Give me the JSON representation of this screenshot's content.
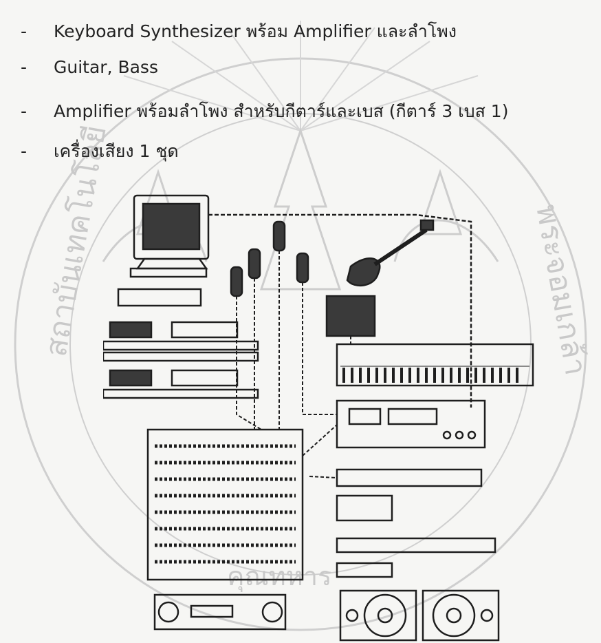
{
  "list": {
    "items": [
      {
        "marker": "-",
        "text": "Keyboard Synthesizer พร้อม Amplifier และลำโพง"
      },
      {
        "marker": "-",
        "text": "Guitar, Bass"
      },
      {
        "marker": "-",
        "text": "Amplifier พร้อมลำโพง สำหรับกีตาร์และเบส (กีตาร์ 3 เบส 1)"
      },
      {
        "marker": "-",
        "text": "เครื่องเสียง 1 ชุด"
      }
    ]
  },
  "colors": {
    "ink": "#1e1e1e",
    "watermark": "#c7c7c7",
    "background": "#f6f6f4"
  }
}
